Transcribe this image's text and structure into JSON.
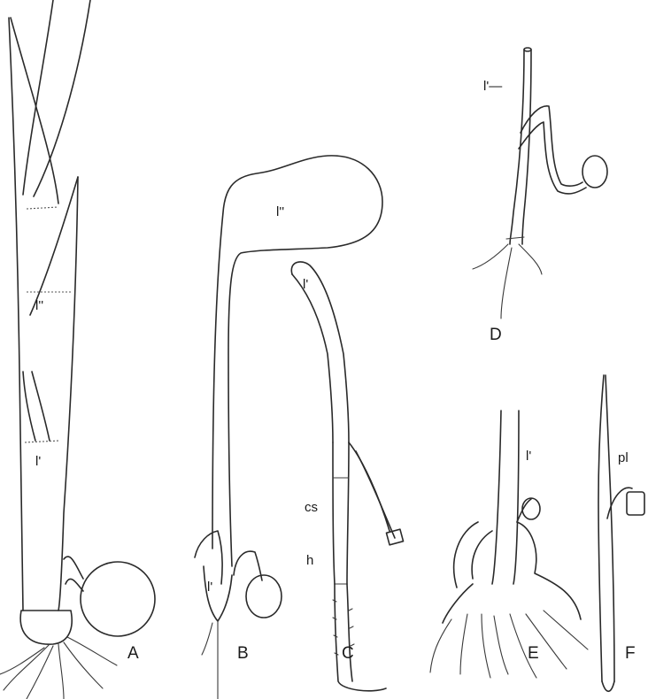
{
  "figure": {
    "panels": {
      "A": "A",
      "B": "B",
      "C": "C",
      "D": "D",
      "E": "E",
      "F": "F"
    },
    "labels": {
      "A_first_leaf": "l'",
      "A_second_leaf": "l''",
      "B_first_leaf": "l'",
      "B_second_leaf": "l''",
      "C_first_leaf": "l'",
      "C_cs": "cs",
      "C_h": "h",
      "D_first_leaf": "l'—",
      "E_first_leaf": "l'",
      "F_pl": "pl"
    }
  }
}
